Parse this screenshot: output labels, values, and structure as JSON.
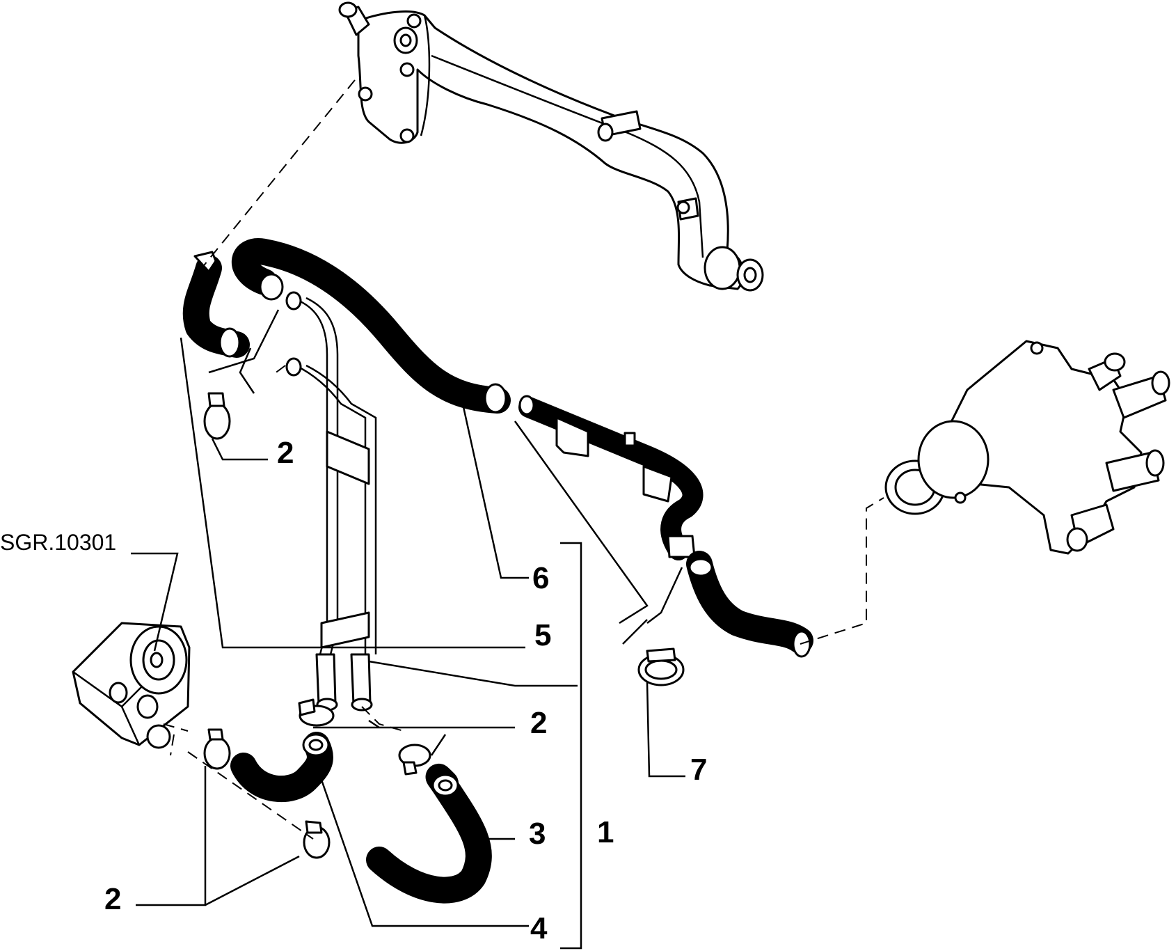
{
  "diagram": {
    "reference_code": "SGR.10301",
    "callouts": {
      "c1": "1",
      "c2a": "2",
      "c2b": "2",
      "c2c": "2",
      "c3": "3",
      "c4": "4",
      "c5": "5",
      "c6": "6",
      "c7": "7"
    }
  }
}
